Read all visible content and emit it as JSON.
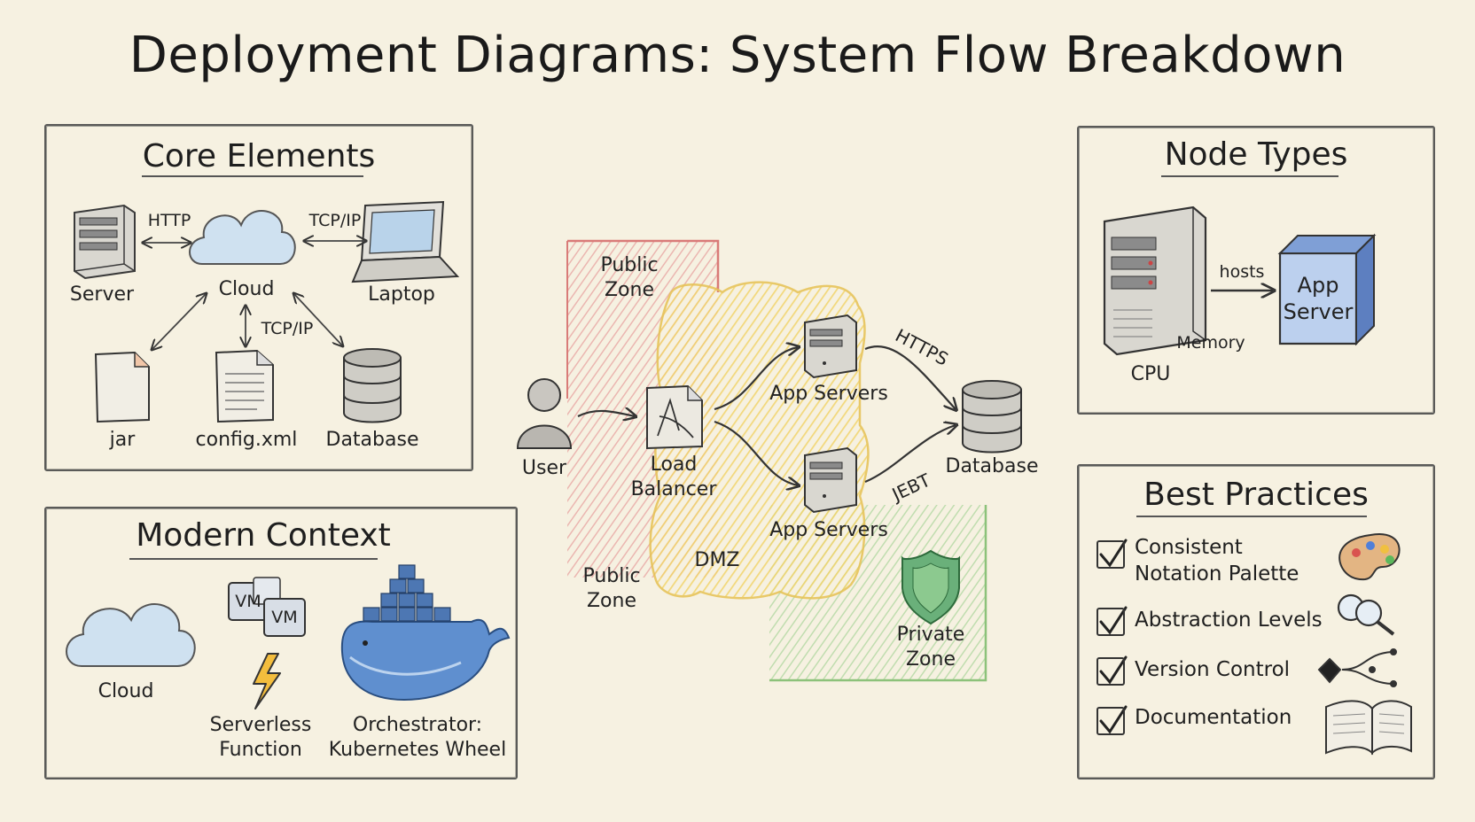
{
  "title": "Deployment Diagrams: System Flow Breakdown",
  "core_elements": {
    "title": "Core Elements",
    "nodes": {
      "server": "Server",
      "cloud": "Cloud",
      "laptop": "Laptop",
      "jar": "jar",
      "config": "config.xml",
      "database": "Database"
    },
    "edges": {
      "http": "HTTP",
      "tcpip_top": "TCP/IP",
      "tcpip_mid": "TCP/IP"
    }
  },
  "modern_context": {
    "title": "Modern Context",
    "cloud": "Cloud",
    "vm1": "VM",
    "vm2": "VM",
    "serverless_l1": "Serverless",
    "serverless_l2": "Function",
    "orchestrator_l1": "Orchestrator:",
    "orchestrator_l2": "Kubernetes Wheel"
  },
  "flow": {
    "public_zone_top_l1": "Public",
    "public_zone_top_l2": "Zone",
    "public_zone_bottom_l1": "Public",
    "public_zone_bottom_l2": "Zone",
    "dmz": "DMZ",
    "private_zone_l1": "Private",
    "private_zone_l2": "Zone",
    "user": "User",
    "load_balancer_l1": "Load",
    "load_balancer_l2": "Balancer",
    "app_servers_top": "App Servers",
    "app_servers_bottom": "App Servers",
    "database": "Database",
    "https": "HTTPS",
    "jdbc": "JEBT"
  },
  "node_types": {
    "title": "Node Types",
    "hosts": "hosts",
    "memory": "Memory",
    "cpu": "CPU",
    "app_server_l1": "App",
    "app_server_l2": "Server"
  },
  "best_practices": {
    "title": "Best Practices",
    "items": [
      {
        "l1": "Consistent",
        "l2": "Notation Palette",
        "icon": "palette-icon"
      },
      {
        "l1": "Abstraction Levels",
        "icon": "magnifier-icon"
      },
      {
        "l1": "Version Control",
        "icon": "git-branch-icon"
      },
      {
        "l1": "Documentation",
        "icon": "book-icon"
      }
    ]
  },
  "colors": {
    "background": "#f6f1e1",
    "public_zone": "#e8a0a0",
    "dmz": "#f3d870",
    "private_zone": "#a8d49a",
    "app_server_box": "#6f8fd0"
  }
}
